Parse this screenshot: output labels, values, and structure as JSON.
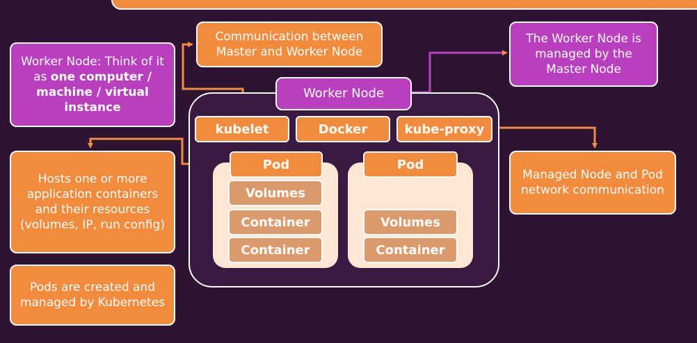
{
  "worker_node_note": {
    "prefix": "Worker Node: Think of it as ",
    "bold": "one computer / machine / virtual instance"
  },
  "communication_note": "Communication between Master and Worker Node",
  "managed_note": "The Worker Node is managed by the Master Node",
  "worker_node_title": "Worker Node",
  "components": {
    "kubelet": "kubelet",
    "docker": "Docker",
    "kube_proxy": "kube-proxy"
  },
  "pods": [
    {
      "label": "Pod",
      "items": [
        "Volumes",
        "Container",
        "Container"
      ]
    },
    {
      "label": "Pod",
      "items": [
        "Volumes",
        "Container"
      ]
    }
  ],
  "hosts_note": "Hosts one or more application containers and their resources (volumes, IP, run config)",
  "pods_created_note": "Pods are created and managed by Kubernetes",
  "network_note": "Managed Node and Pod network communication",
  "colors": {
    "background": "#2e1433",
    "orange": "#f28b3c",
    "purple": "#b83fbd",
    "pod_fill": "#fde6d4",
    "inner_fill": "#dc9a6c"
  }
}
